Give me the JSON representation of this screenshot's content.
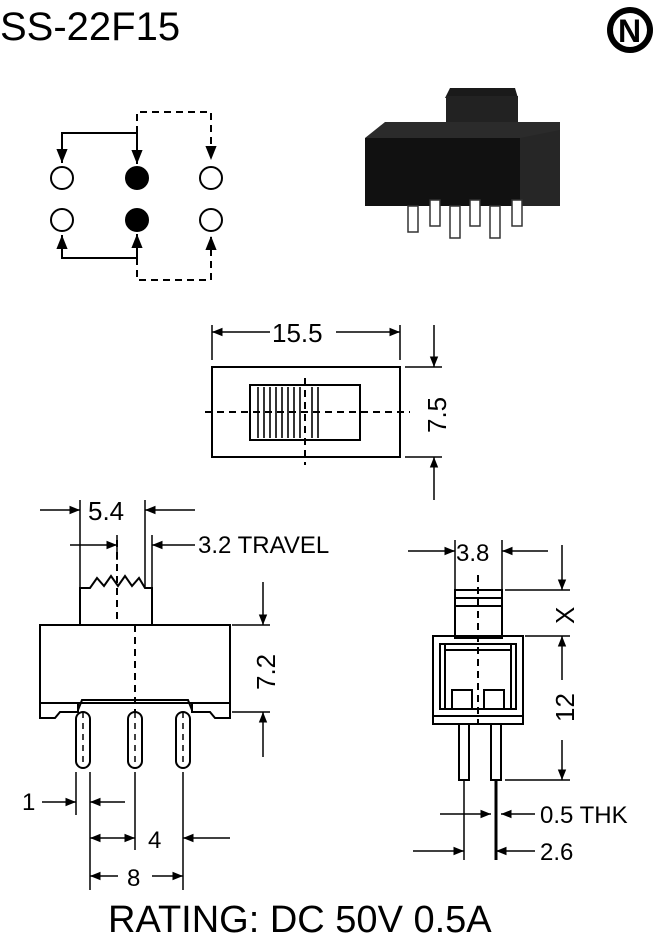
{
  "title": "SS-22F15",
  "logo_letter": "N",
  "rating": "RATING: DC 50V 0.5A",
  "dimensions": {
    "length": "15.5",
    "width": "7.5",
    "actuator_width": "5.4",
    "travel": "3.2 TRAVEL",
    "body_height": "7.2",
    "pin_dia": "1",
    "pin_pitch": "4",
    "pin_span": "8",
    "side_actuator": "3.8",
    "actuator_height": "X",
    "side_height": "12",
    "thickness": "0.5 THK",
    "side_pin_offset": "2.6"
  }
}
